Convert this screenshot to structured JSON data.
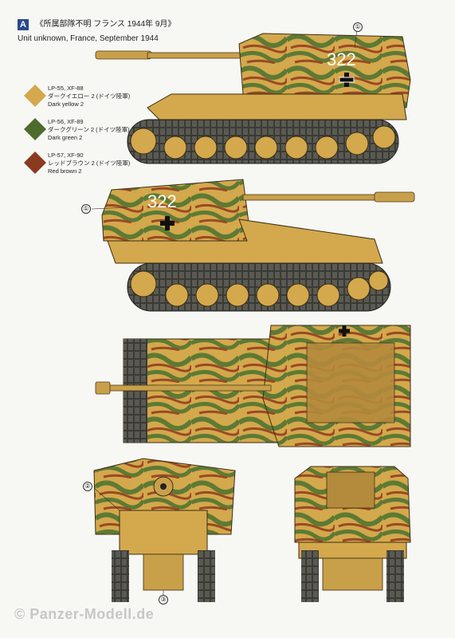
{
  "header": {
    "badge": "A",
    "title_jp": "《所属部隊不明 フランス 1944年 9月》",
    "title_en": "Unit unknown, France, September 1944"
  },
  "paints": [
    {
      "code": "LP-55, XF-88",
      "jp": "ダークイエロー 2 (ドイツ陸軍)",
      "en": "Dark yellow 2",
      "color": "#d4a84c"
    },
    {
      "code": "LP-56, XF-89",
      "jp": "ダークグリーン 2 (ドイツ陸軍)",
      "en": "Dark green 2",
      "color": "#4e6b2e"
    },
    {
      "code": "LP-57, XF-90",
      "jp": "レッドブラウン 2 (ドイツ陸軍)",
      "en": "Red brown 2",
      "color": "#8a3a1e"
    }
  ],
  "markings": {
    "vehicle_number": "322",
    "callout_1": "①",
    "callout_2": "②",
    "callout_3": "③"
  },
  "watermark": "© Panzer-Modell.de"
}
